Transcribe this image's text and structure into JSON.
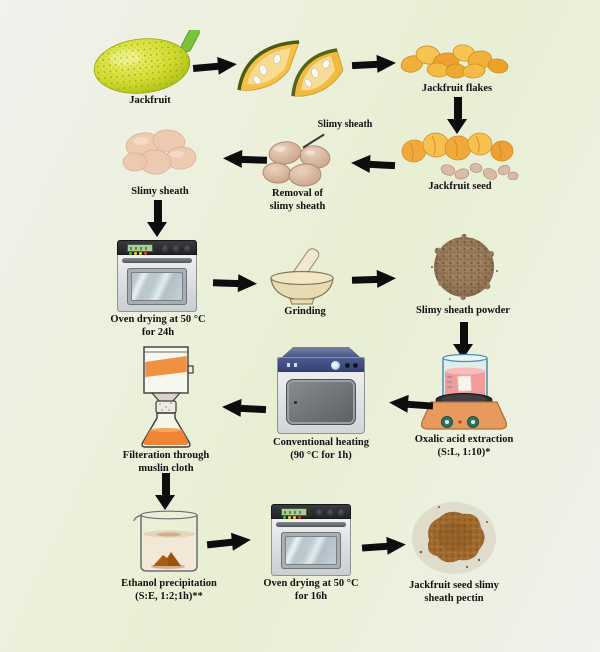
{
  "figure": {
    "kind": "process-flow-diagram"
  },
  "palette": {
    "background_light": "#f1f1ee",
    "background_green": "#e8efd3",
    "arrow": "#0d0d0d",
    "label_text": "#111111",
    "jackfruit_skin": "#d3dd33",
    "jackfruit_stem": "#7cc33c",
    "flake_orange": "#f2b83e",
    "seed_tan": "#d9bca6",
    "sheath_pink": "#ecc7ad",
    "powder_brown": "#9b7d5c",
    "beaker_liquid_pink": "#f39a9a",
    "filtrate_orange": "#ee8434",
    "hotplate_orange": "#e79a5e",
    "heater_navy": "#38447a",
    "pectin_brown": "#a06a2e"
  },
  "steps": {
    "jackfruit": {
      "label": "Jackfruit",
      "icon": "jackfruit-icon"
    },
    "slices": {
      "icon": "jackfruit-slices-icon"
    },
    "flakes": {
      "label": "Jackfruit flakes",
      "icon": "jackfruit-flakes-icon"
    },
    "seed": {
      "label": "Jackfruit seed",
      "icon": "jackfruit-seed-icon"
    },
    "removal": {
      "label": "Removal of\nslimy sheath",
      "callout": "Slimy sheath",
      "icon": "peeled-seeds-icon"
    },
    "sheath": {
      "label": "Slimy sheath",
      "icon": "slimy-sheath-icon"
    },
    "oven24": {
      "label": "Oven drying at 50 °C\nfor 24h",
      "icon": "oven-icon"
    },
    "grinding": {
      "label": "Grinding",
      "icon": "mortar-pestle-icon"
    },
    "powder": {
      "label": "Slimy sheath powder",
      "icon": "powder-icon"
    },
    "oxalic": {
      "label": "Oxalic acid extraction\n(S:L, 1:10)*",
      "icon": "hotplate-beaker-icon"
    },
    "heating": {
      "label": "Conventional heating\n(90 °C for 1h)",
      "icon": "heating-chamber-icon"
    },
    "filtration": {
      "label": "Filteration through\nmuslin cloth",
      "icon": "filtration-flask-icon"
    },
    "ethanol": {
      "label": "Ethanol precipitation\n(S:E, 1:2;1h)**",
      "icon": "precipitation-beaker-icon"
    },
    "oven16": {
      "label": "Oven drying at 50 °C\nfor 16h",
      "icon": "oven-icon"
    },
    "pectin": {
      "label": "Jackfruit seed slimy\nsheath pectin",
      "icon": "pectin-powder-icon"
    }
  },
  "flow": [
    {
      "from": "jackfruit",
      "to": "slices",
      "dir": "right"
    },
    {
      "from": "slices",
      "to": "flakes",
      "dir": "right"
    },
    {
      "from": "flakes",
      "to": "seed",
      "dir": "down"
    },
    {
      "from": "seed",
      "to": "removal",
      "dir": "left"
    },
    {
      "from": "removal",
      "to": "sheath",
      "dir": "left"
    },
    {
      "from": "sheath",
      "to": "oven24",
      "dir": "down"
    },
    {
      "from": "oven24",
      "to": "grinding",
      "dir": "right"
    },
    {
      "from": "grinding",
      "to": "powder",
      "dir": "right"
    },
    {
      "from": "powder",
      "to": "oxalic",
      "dir": "down"
    },
    {
      "from": "oxalic",
      "to": "heating",
      "dir": "left"
    },
    {
      "from": "heating",
      "to": "filtration",
      "dir": "left"
    },
    {
      "from": "filtration",
      "to": "ethanol",
      "dir": "down"
    },
    {
      "from": "ethanol",
      "to": "oven16",
      "dir": "right"
    },
    {
      "from": "oven16",
      "to": "pectin",
      "dir": "right"
    }
  ]
}
